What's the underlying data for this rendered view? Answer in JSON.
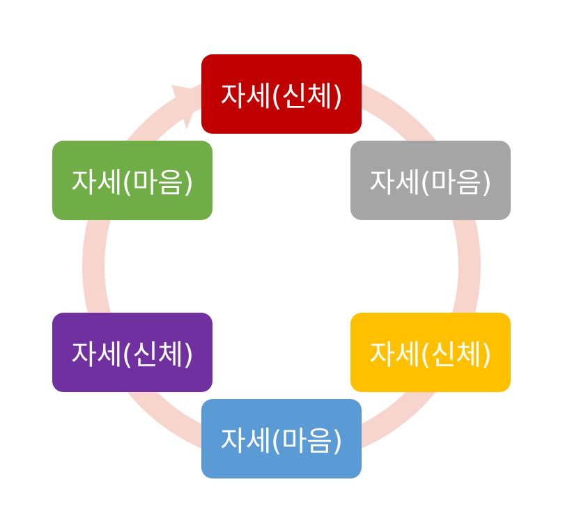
{
  "diagram": {
    "nodes": [
      {
        "label": "자세(신체)",
        "color": "#C00000"
      },
      {
        "label": "자세(마음)",
        "color": "#A5A5A5"
      },
      {
        "label": "자세(신체)",
        "color": "#FFC000"
      },
      {
        "label": "자세(마음)",
        "color": "#5B9BD5"
      },
      {
        "label": "자세(신체)",
        "color": "#7030A0"
      },
      {
        "label": "자세(마음)",
        "color": "#70AD47"
      }
    ],
    "cycle_arrow_color": "#F8D5CC"
  }
}
